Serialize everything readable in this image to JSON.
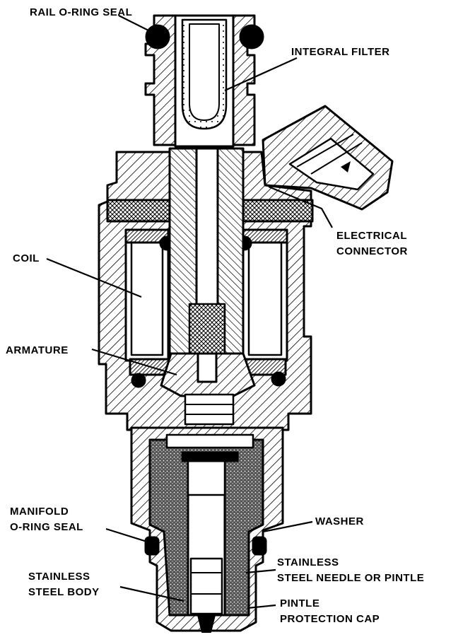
{
  "labels": {
    "rail_oring_seal": "RAIL O-RING SEAL",
    "integral_filter": "INTEGRAL FILTER",
    "electrical_connector_1": "ELECTRICAL",
    "electrical_connector_2": "CONNECTOR",
    "coil": "COIL",
    "armature": "ARMATURE",
    "manifold_oring_1": "MANIFOLD",
    "manifold_oring_2": "O-RING SEAL",
    "washer": "WASHER",
    "stainless_body_1": "STAINLESS",
    "stainless_body_2": "STEEL BODY",
    "needle_1": "STAINLESS",
    "needle_2": "STEEL NEEDLE OR PINTLE",
    "cap_1": "PINTLE",
    "cap_2": "PROTECTION CAP"
  },
  "colors": {
    "ink": "#000000",
    "paper": "#ffffff"
  }
}
